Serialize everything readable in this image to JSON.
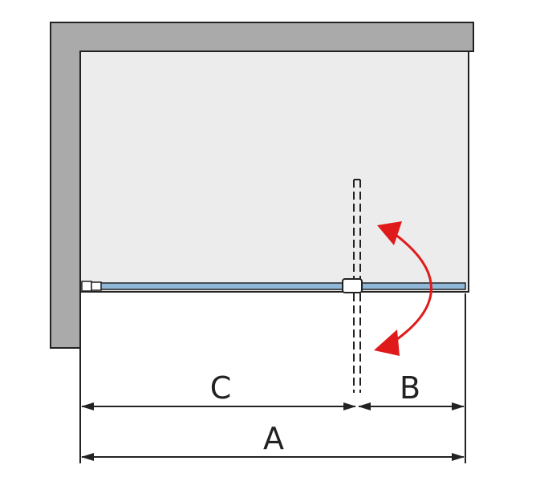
{
  "labels": {
    "a": "A",
    "b": "B",
    "c": "C"
  },
  "colors": {
    "wall": "#aaaaaa",
    "floor": "#ececec",
    "glass": "#8fb8d8",
    "outline": "#222222",
    "arrow": "#e01a1a"
  },
  "icons": {
    "swing": "curved-double-arrow-icon"
  }
}
